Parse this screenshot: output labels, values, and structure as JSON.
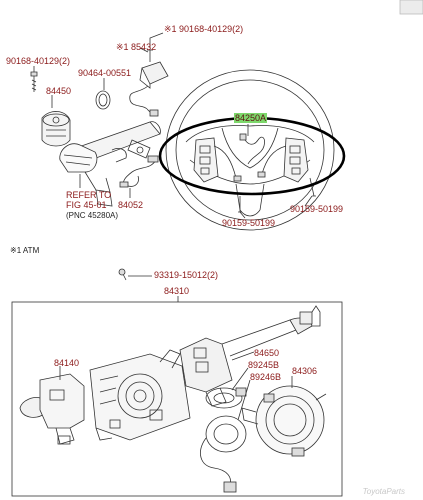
{
  "colors": {
    "label": "#8b1a1a",
    "line": "#333333",
    "highlight": "#7dd86b",
    "ellipse": "#000000"
  },
  "labels": {
    "p90168_40129_top": "※1 90168-40129(2)",
    "p85432": "※1 85432",
    "p90168_40129_left": "90168-40129(2)",
    "p90464_00551": "90464-00551",
    "p84450": "84450",
    "p84250A": "84250A",
    "refer_line1": "REFER TO",
    "refer_line2": "FIG 45-01",
    "refer_line3": "(PNC 45280A)",
    "p84052": "84052",
    "p90159_50199_mid": "90159-50199",
    "p90159_50199_right": "90159-50199",
    "atm_note": "※1 ATM",
    "p93319_15012": "93319-15012(2)",
    "p84310": "84310",
    "p84140": "84140",
    "p84650": "84650",
    "p89245B": "89245B",
    "p89246B": "89246B",
    "p84306": "84306"
  },
  "watermark": "ToyotaParts"
}
